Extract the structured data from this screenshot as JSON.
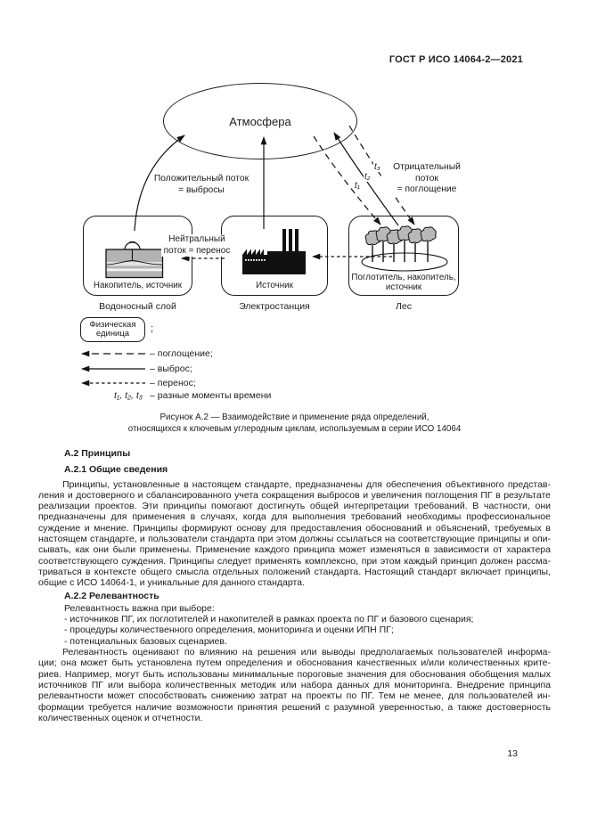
{
  "page": {
    "header": "ГОСТ Р ИСО 14064-2—2021",
    "number": "13"
  },
  "figure": {
    "atmosphere": "Атмосфера",
    "flow_labels": {
      "positive": "Положительный поток\n= выбросы",
      "negative": "Отрицательный поток\n= поглощение",
      "neutral": "Нейтральный\nпоток = перенос"
    },
    "time_markers": [
      "t₁",
      "t₂",
      "t₃"
    ],
    "nodes": [
      {
        "role": "Накопитель, источник",
        "caption": "Водоносный слой"
      },
      {
        "role": "Источник",
        "caption": "Электростанция"
      },
      {
        "role": "Поглотитель, накопитель,\nисточник",
        "caption": "Лес"
      }
    ],
    "legend": {
      "unit_box": "Физическая\nединица",
      "unit_suffix": ";",
      "items": [
        {
          "arrow": "long-dash-left",
          "label": "– поглощение;"
        },
        {
          "arrow": "solid-left",
          "label": "– выброс;"
        },
        {
          "arrow": "short-dash-left",
          "label": "– перенос;"
        }
      ],
      "time_prefix": "t₁, t₂, t₃",
      "time_label": "– разные моменты времени"
    },
    "caption": "Рисунок А.2 — Взаимодействие и применение ряда определений,\nотносящихся к ключевым углеродным циклам, используемым в серии ИСО 14064"
  },
  "content": {
    "section_title": "А.2 Принципы",
    "subsection1_title": "А.2.1 Общие сведения",
    "p1_lines": [
      "Принципы, установленные в настоящем стандарте, предназначены для обеспечения объективного представ-",
      "ления и достоверного и сбалансированного учета сокращения выбросов и увеличения поглощения ПГ в результате",
      "реализации проектов. Эти принципы помогают достигнуть общей интерпретации требований. В частности, они",
      "предназначены для применения в случаях, когда для выполнения требований необходимы профессиональное",
      "суждение и мнение. Принципы формируют основу для предоставления обоснований и объяснений, требуемых в",
      "настоящем стандарте, и пользователи стандарта при этом должны ссылаться на соответствующие принципы и опи-",
      "сывать, как они были применены. Применение каждого принципа может изменяться в зависимости от характера",
      "соответствующего суждения. Принципы следует применять комплексно, при этом каждый принцип должен рассма-",
      "триваться в контексте общего смысла отдельных положений стандарта. Настоящий стандарт включает принципы,",
      "общие с ИСО 14064-1, и уникальные для данного стандарта."
    ],
    "subsection2_title": "А.2.2 Релевантность",
    "p2_intro": "Релевантность важна при выборе:",
    "bullets": [
      "- источников ПГ, их поглотителей и накопителей в рамках проекта по ПГ и базового сценария;",
      "- процедуры количественного определения, мониторинга и оценки ИПН ПГ;",
      "- потенциальных базовых сценариев."
    ],
    "p3_lines": [
      "Релевантность оценивают по влиянию на решения или выводы предполагаемых пользователей информа-",
      "ции; она может быть установлена путем определения и обоснования качественных и/или количественных крите-",
      "риев. Например, могут быть использованы минимальные пороговые значения для обоснования обобщения малых",
      "источников ПГ или выбора количественных методик или набора данных для мониторинга. Внедрение принципа",
      "релевантности может способствовать снижению затрат на проекты по ПГ. Тем не менее, для пользователей ин-",
      "формации требуется наличие возможности принятия решений с разумной уверенностью, а также достоверность",
      "количественных оценок и отчетности."
    ]
  }
}
